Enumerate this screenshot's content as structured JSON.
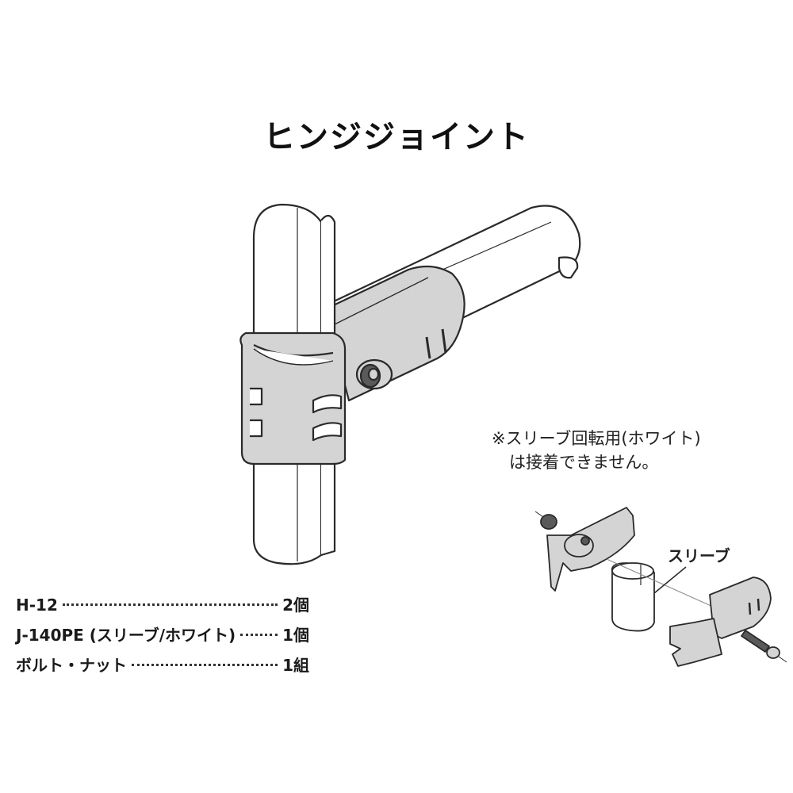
{
  "title": "ヒンジジョイント",
  "note": {
    "line1": "※スリーブ回転用(ホワイト)",
    "line2": "は接着できません。"
  },
  "sub_diagram": {
    "callout_label": "スリーブ"
  },
  "parts_list": [
    {
      "name": "H-12",
      "qty": "2個"
    },
    {
      "name": "J-140PE (スリーブ/ホワイト)",
      "qty": "1個"
    },
    {
      "name": "ボルト・ナット",
      "qty": "1組"
    }
  ],
  "colors": {
    "outline": "#2a2a2a",
    "fitting_fill": "#d4d4d4",
    "pipe_fill": "#ffffff",
    "bolt_fill": "#5a5a5a"
  }
}
